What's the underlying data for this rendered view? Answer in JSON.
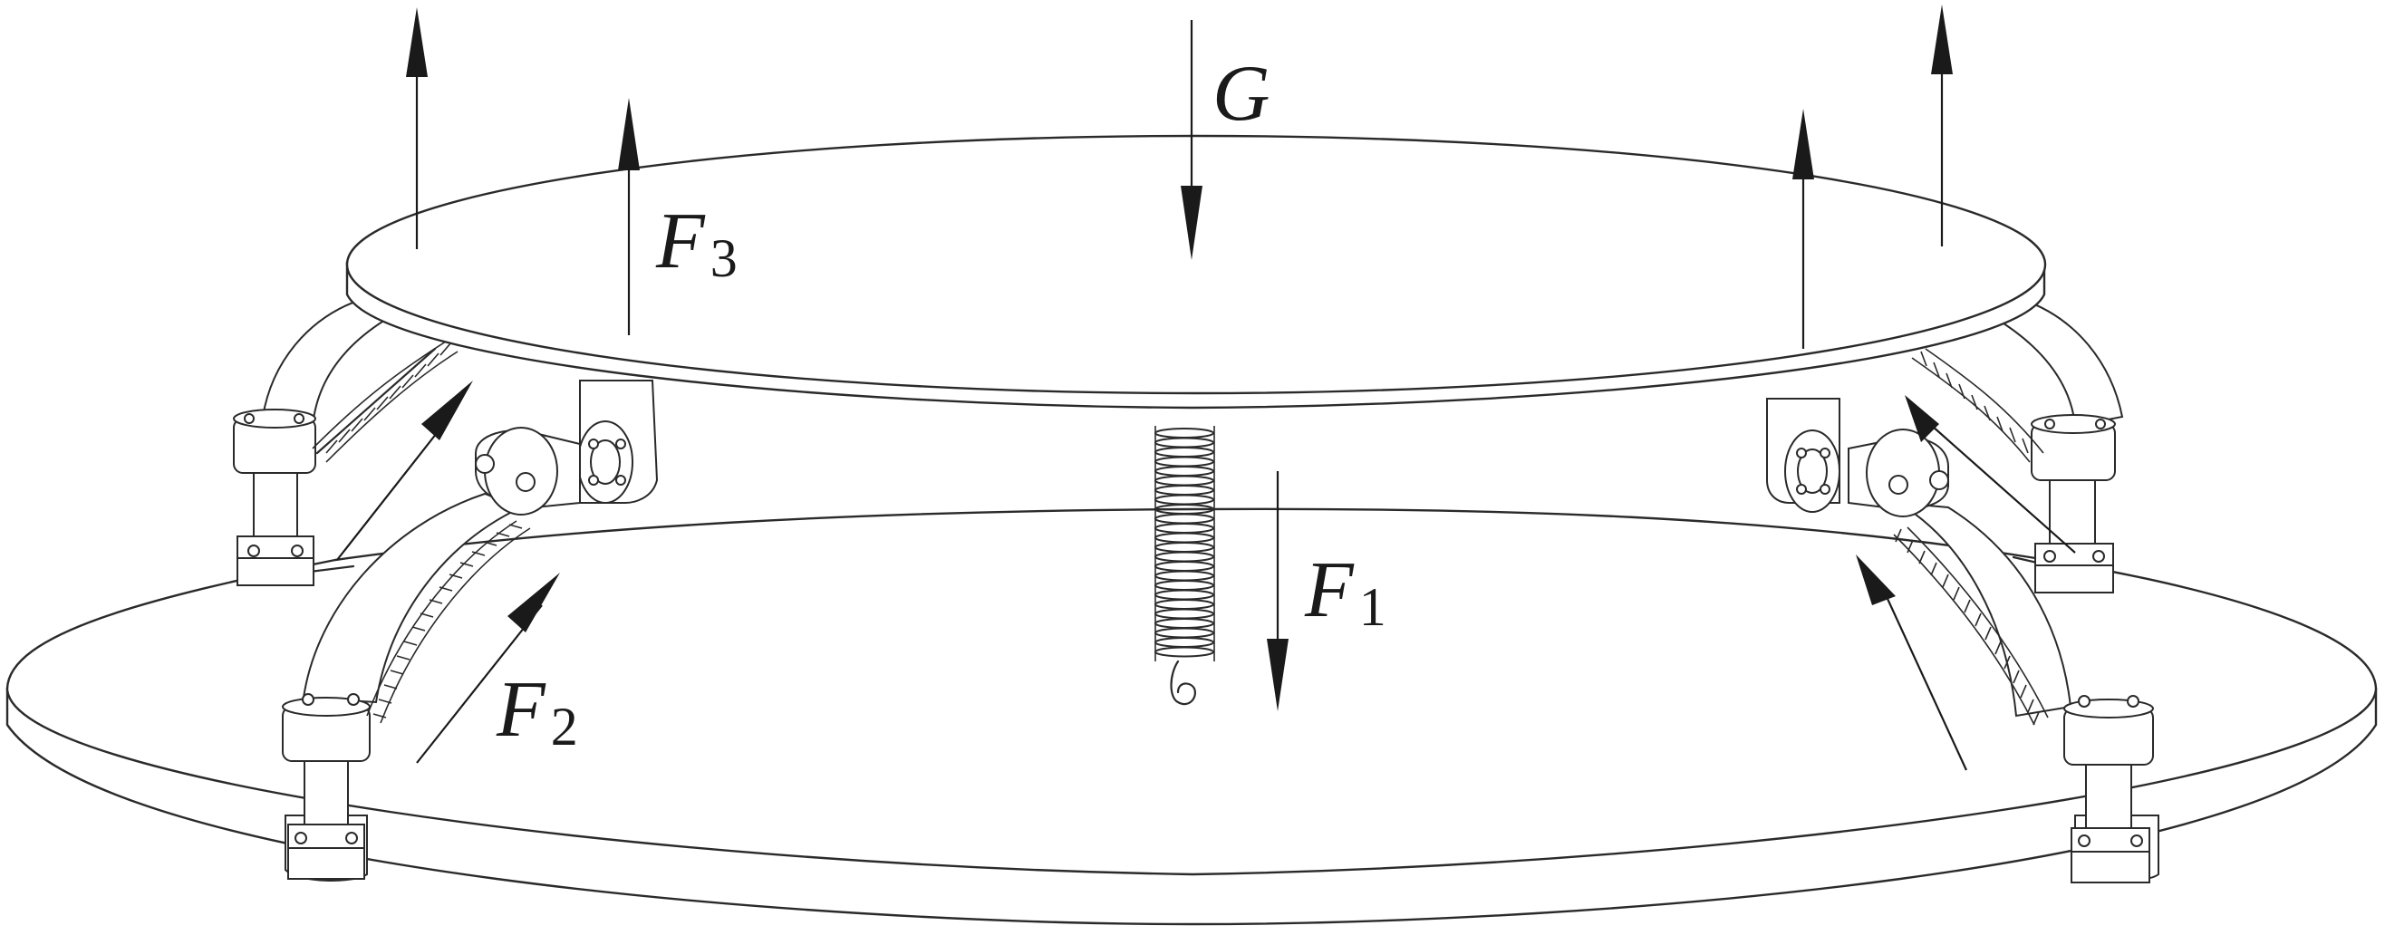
{
  "labels": {
    "gravity": {
      "main": "G",
      "sub": ""
    },
    "f1": {
      "main": "F",
      "sub": "1"
    },
    "f2": {
      "main": "F",
      "sub": "2"
    },
    "f3": {
      "main": "F",
      "sub": "3"
    }
  }
}
